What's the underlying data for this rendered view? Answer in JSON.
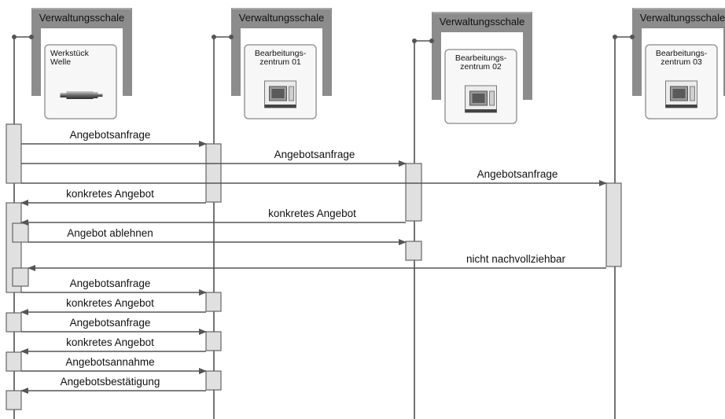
{
  "participants": [
    {
      "shell_label": "Verwaltungsschale",
      "card_lines": [
        "Werkstück",
        "Welle"
      ],
      "icon": "shaft-icon"
    },
    {
      "shell_label": "Verwaltungsschale",
      "card_lines": [
        "Bearbeitungs-",
        "zentrum 01"
      ],
      "icon": "machining-center-icon"
    },
    {
      "shell_label": "Verwaltungsschale",
      "card_lines": [
        "Bearbeitungs-",
        "zentrum 02"
      ],
      "icon": "machining-center-icon"
    },
    {
      "shell_label": "Verwaltungsschale",
      "card_lines": [
        "Bearbeitungs-",
        "zentrum 03"
      ],
      "icon": "machining-center-icon"
    }
  ],
  "messages": [
    {
      "from": 0,
      "to": 1,
      "label": "Angebotsanfrage"
    },
    {
      "from": 0,
      "to": 2,
      "label": "Angebotsanfrage"
    },
    {
      "from": 0,
      "to": 3,
      "label": "Angebotsanfrage"
    },
    {
      "from": 1,
      "to": 0,
      "label": "konkretes Angebot"
    },
    {
      "from": 2,
      "to": 0,
      "label": "konkretes Angebot"
    },
    {
      "from": 0,
      "to": 2,
      "label": "Angebot ablehnen"
    },
    {
      "from": 3,
      "to": 0,
      "label": "nicht nachvollziehbar"
    },
    {
      "from": 0,
      "to": 1,
      "label": "Angebotsanfrage"
    },
    {
      "from": 1,
      "to": 0,
      "label": "konkretes Angebot"
    },
    {
      "from": 0,
      "to": 1,
      "label": "Angebotsanfrage"
    },
    {
      "from": 1,
      "to": 0,
      "label": "konkretes Angebot"
    },
    {
      "from": 0,
      "to": 1,
      "label": "Angebotsannahme"
    },
    {
      "from": 1,
      "to": 0,
      "label": "Angebotsbestätigung"
    }
  ],
  "colors": {
    "shell": "#8c8c8c",
    "card_border": "#9a9a9a",
    "card_fill": "#f7f7f7",
    "lifeline": "#444444",
    "activation_fill": "#e0e0e0",
    "activation_border": "#666666",
    "arrow": "#555555"
  }
}
